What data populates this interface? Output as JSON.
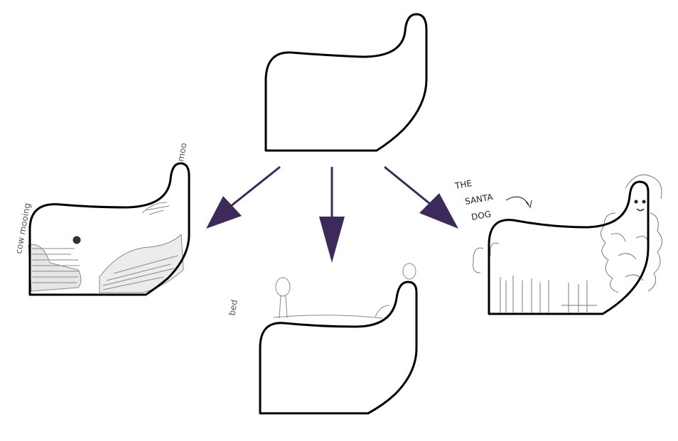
{
  "labels": {
    "cow_text": "cow mooing",
    "moo_text": "moo",
    "bed_text": "bed",
    "santa_line1": "THE",
    "santa_line2": "SANTA",
    "santa_line3": "DOG"
  },
  "colors": {
    "arrow": "#3c2a5c",
    "outline": "#000000",
    "pencil": "#777777"
  }
}
